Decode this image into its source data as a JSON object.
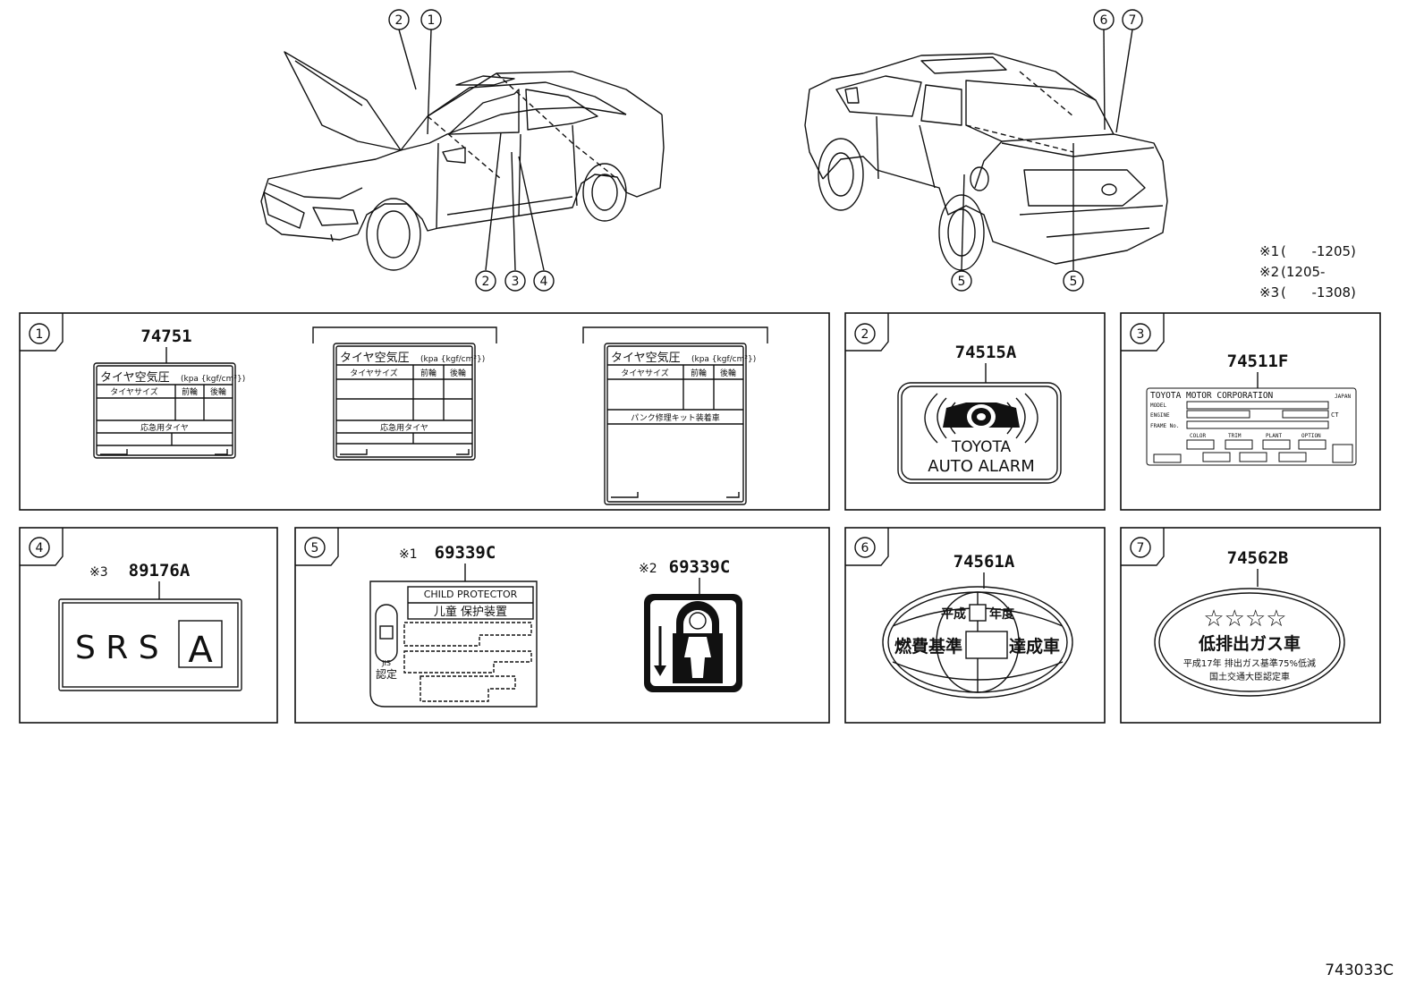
{
  "callouts": {
    "top_front": [
      "2",
      "1"
    ],
    "bottom_front": [
      "2",
      "3",
      "4"
    ],
    "top_rear": [
      "6",
      "7"
    ],
    "bottom_rear": [
      "5",
      "5"
    ]
  },
  "notes": [
    {
      "mark": "※1",
      "text": "(      -1205)"
    },
    {
      "mark": "※2",
      "text": "(1205-"
    },
    {
      "mark": "※3",
      "text": "(      -1308)"
    }
  ],
  "panels": [
    {
      "num": "1",
      "part": "74751"
    },
    {
      "num": "2",
      "part": "74515A"
    },
    {
      "num": "3",
      "part": "74511F"
    },
    {
      "num": "4",
      "part": "89176A",
      "mark": "※3"
    },
    {
      "num": "5",
      "parts": [
        {
          "mark": "※1",
          "part": "69339C"
        },
        {
          "mark": "※2",
          "part": "69339C"
        }
      ]
    },
    {
      "num": "6",
      "part": "74561A"
    },
    {
      "num": "7",
      "part": "74562B"
    }
  ],
  "tire_label": {
    "title": "タイヤ空気圧",
    "unit": "(kpa {kgf/cm²})",
    "col_size": "タイヤサイズ",
    "col_front": "前輪",
    "col_rear": "後輪",
    "spare": "応急用タイヤ",
    "repair_kit": "パンク修理キット装着車"
  },
  "alarm_label": {
    "line1": "TOYOTA",
    "line2": "AUTO ALARM"
  },
  "vin_label": {
    "header": "TOYOTA MOTOR CORPORATION",
    "japan": "JAPAN",
    "model": "MODEL",
    "engine": "ENGINE",
    "frame": "FRAME No.",
    "suffix": "CT",
    "color": "COLOR",
    "trim": "TRIM",
    "plant": "PLANT",
    "option": "OPTION"
  },
  "srs_label": {
    "text": "S R S",
    "letter": "A"
  },
  "child_label": {
    "line1": "CHILD PROTECTOR",
    "line2": "儿童 保护装置",
    "side1": "JIS",
    "side2": "認定"
  },
  "fuel_label": {
    "line1a": "平成",
    "line1b": "年度",
    "line2a": "燃費基準",
    "line2b": "達成車"
  },
  "emission_label": {
    "stars": "☆☆☆☆",
    "line1": "低排出ガス車",
    "line2": "平成17年 排出ガス基準75%低減",
    "line3": "国土交通大臣認定車"
  },
  "drawing_code": "743033C"
}
